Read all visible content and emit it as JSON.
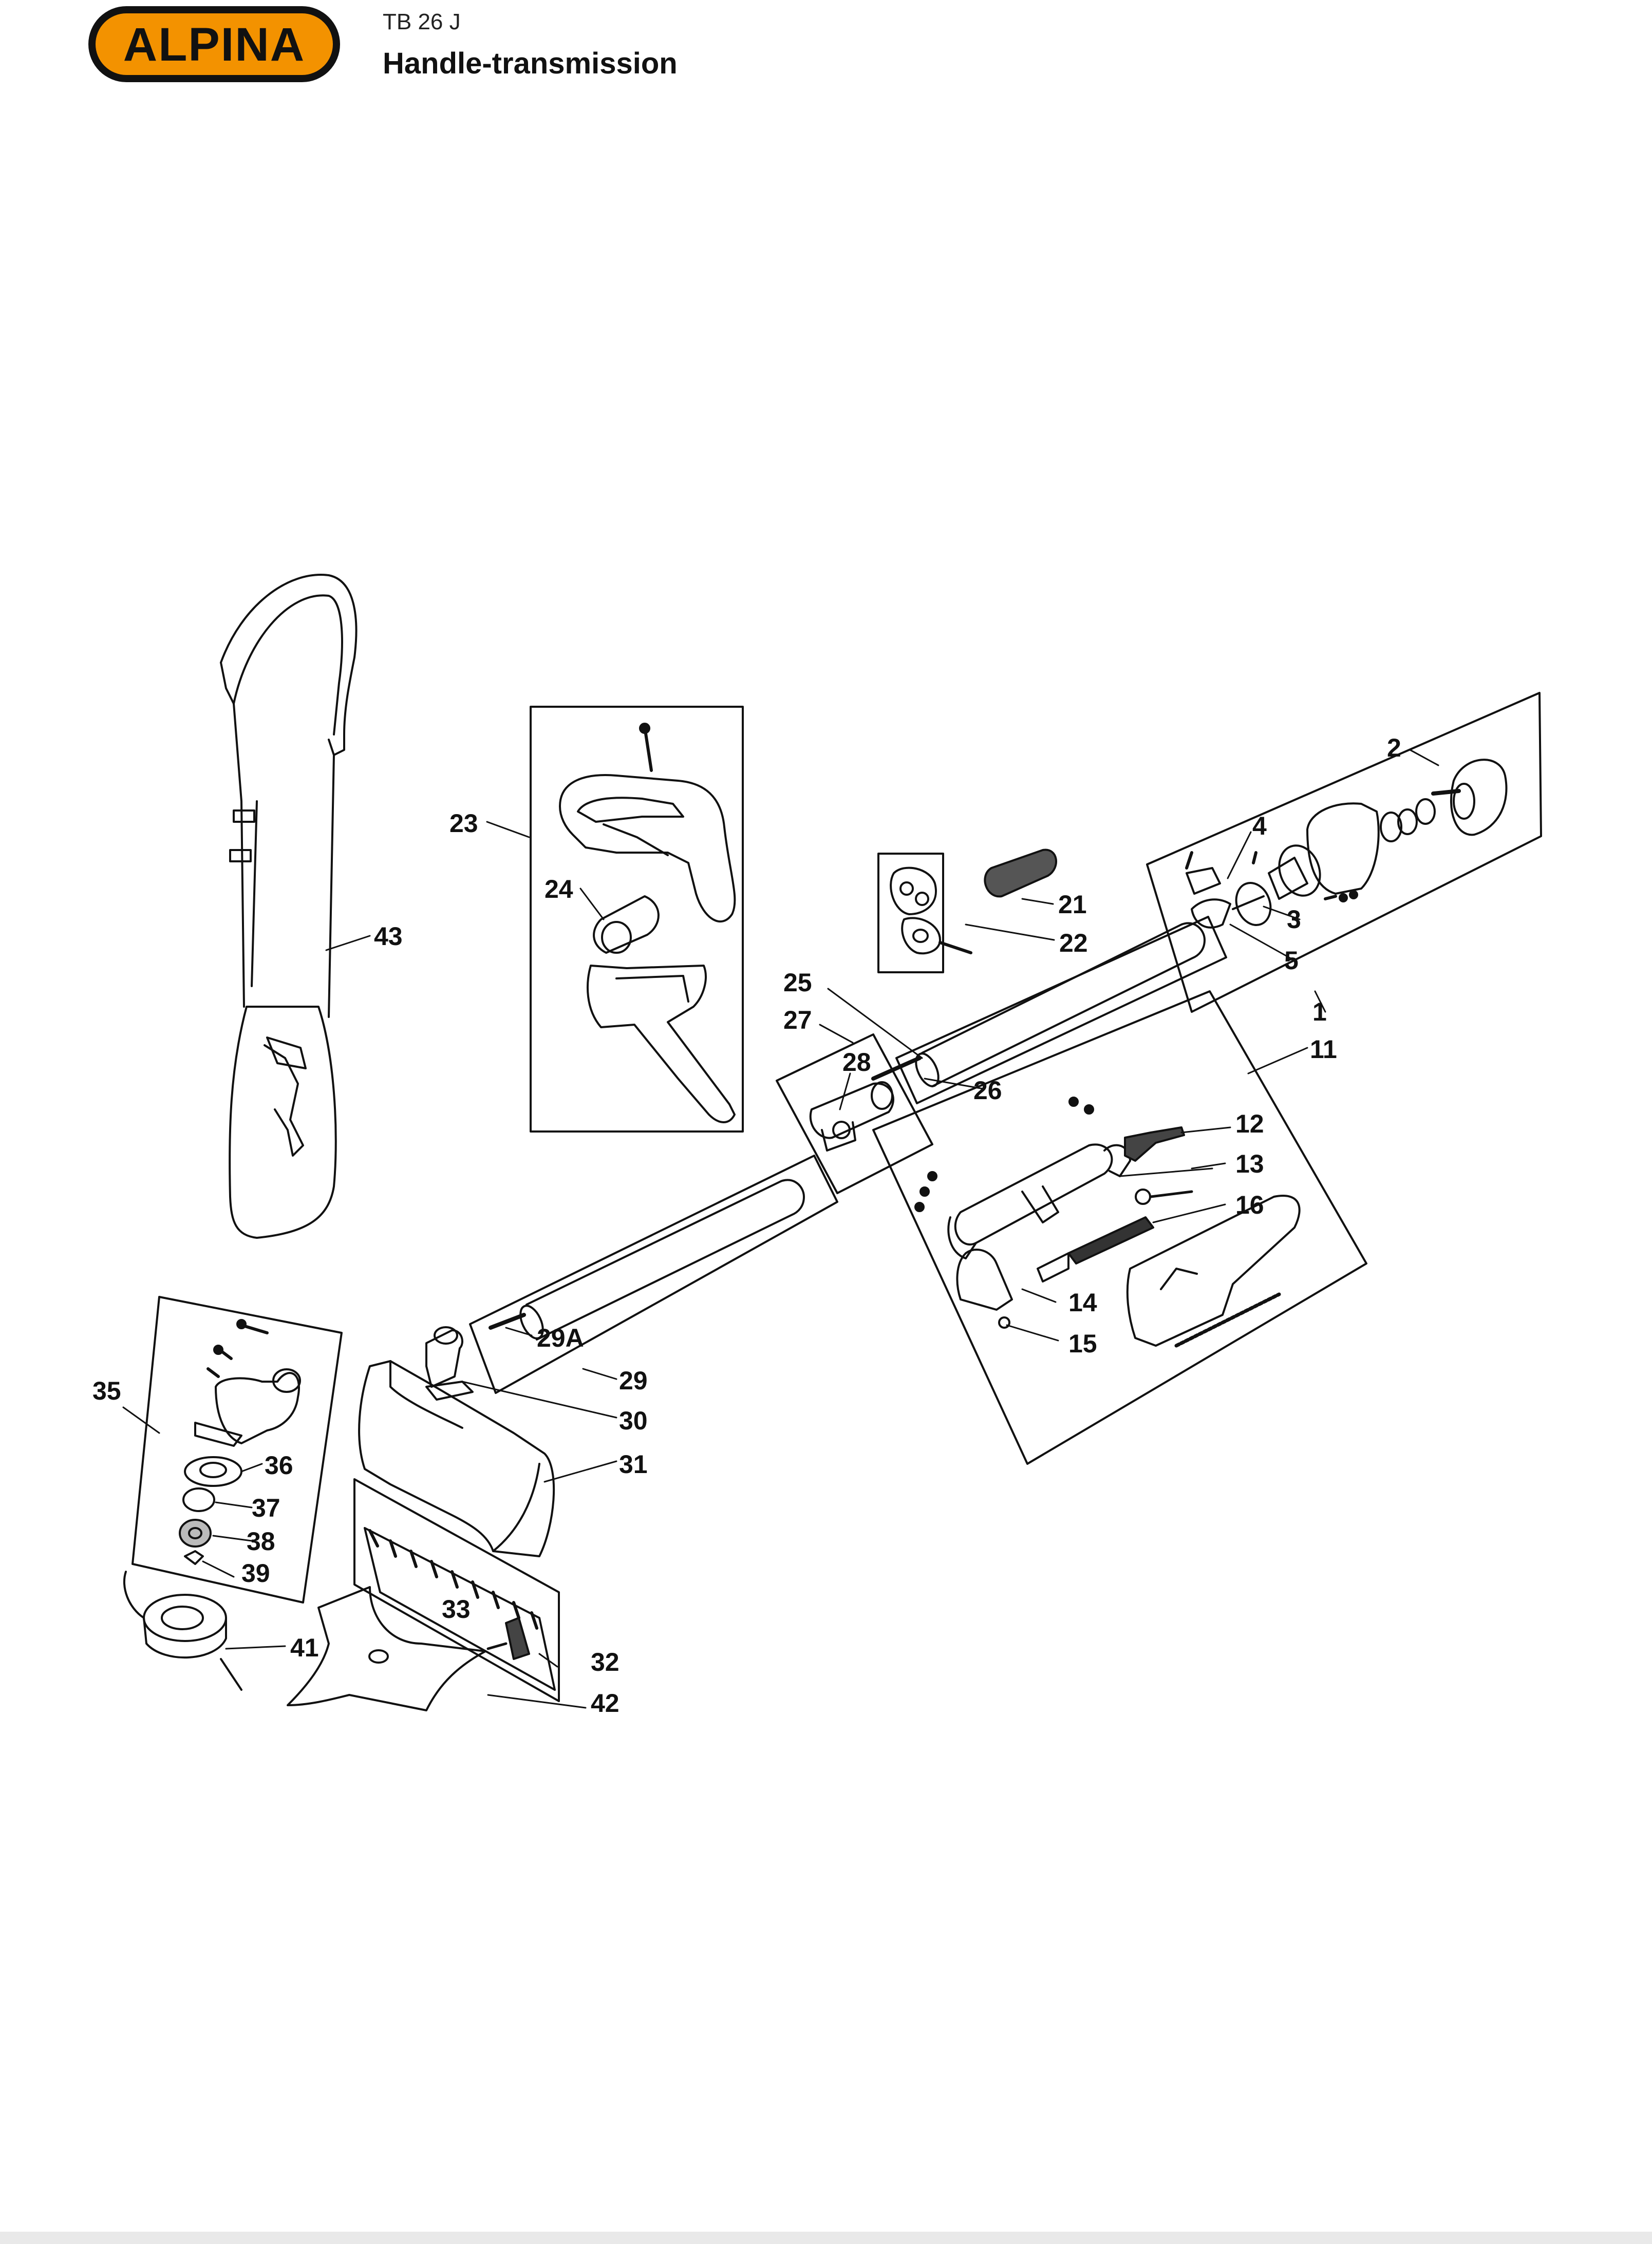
{
  "brand": {
    "logo_text": "ALPINA",
    "logo_color": "#f39200"
  },
  "header": {
    "model": "TB 26 J",
    "title": "Handle-transmission"
  },
  "callouts": {
    "c1": "1",
    "c2": "2",
    "c3": "3",
    "c4": "4",
    "c5": "5",
    "c11": "11",
    "c12": "12",
    "c13": "13",
    "c14": "14",
    "c15": "15",
    "c16": "16",
    "c21": "21",
    "c22": "22",
    "c23": "23",
    "c24": "24",
    "c25": "25",
    "c26": "26",
    "c27": "27",
    "c28": "28",
    "c29": "29",
    "c29A": "29A",
    "c30": "30",
    "c31": "31",
    "c32": "32",
    "c33": "33",
    "c35": "35",
    "c36": "36",
    "c37": "37",
    "c38": "38",
    "c39": "39",
    "c41": "41",
    "c42": "42",
    "c43": "43"
  }
}
